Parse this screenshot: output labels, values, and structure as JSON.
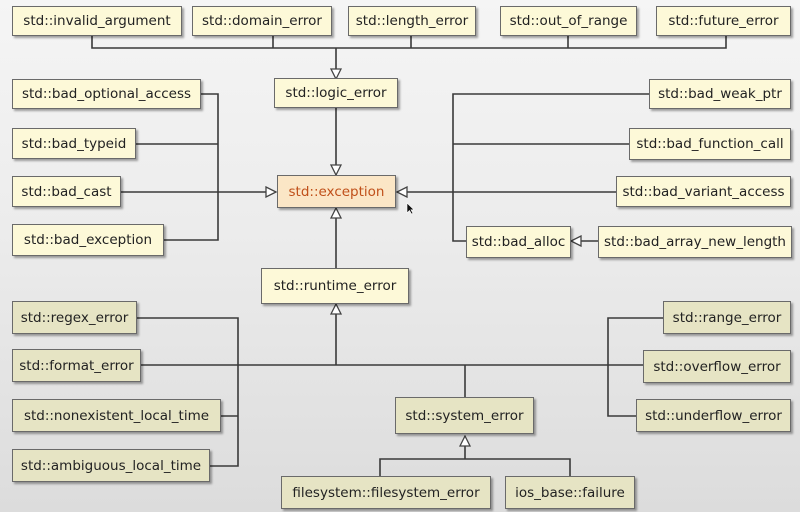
{
  "classes": {
    "invalid_argument": "std::invalid_argument",
    "domain_error": "std::domain_error",
    "length_error": "std::length_error",
    "out_of_range": "std::out_of_range",
    "future_error": "std::future_error",
    "logic_error": "std::logic_error",
    "bad_optional_access": "std::bad_optional_access",
    "bad_typeid": "std::bad_typeid",
    "bad_cast": "std::bad_cast",
    "bad_exception": "std::bad_exception",
    "exception": "std::exception",
    "bad_weak_ptr": "std::bad_weak_ptr",
    "bad_function_call": "std::bad_function_call",
    "bad_variant_access": "std::bad_variant_access",
    "bad_alloc": "std::bad_alloc",
    "bad_array_new_length": "std::bad_array_new_length",
    "runtime_error": "std::runtime_error",
    "regex_error": "std::regex_error",
    "format_error": "std::format_error",
    "nonexistent_local_time": "std::nonexistent_local_time",
    "ambiguous_local_time": "std::ambiguous_local_time",
    "range_error": "std::range_error",
    "overflow_error": "std::overflow_error",
    "underflow_error": "std::underflow_error",
    "system_error": "std::system_error",
    "filesystem_error": "filesystem::filesystem_error",
    "ios_failure": "ios_base::failure"
  }
}
